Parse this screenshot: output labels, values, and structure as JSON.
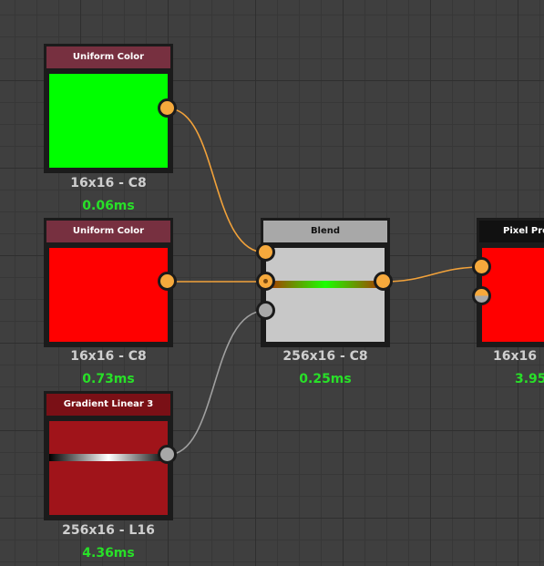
{
  "nodes": {
    "uniform_green": {
      "title": "Uniform Color",
      "resolution": "16x16 - C8",
      "time": "0.06ms",
      "header_color": "#773040",
      "fill_color": "#00ff00"
    },
    "uniform_red": {
      "title": "Uniform Color",
      "resolution": "16x16 - C8",
      "time": "0.73ms",
      "header_color": "#773040",
      "fill_color": "#ff0000"
    },
    "gradient": {
      "title": "Gradient Linear 3",
      "resolution": "256x16 - L16",
      "time": "4.36ms",
      "header_color": "#7a1016",
      "fill_color": "#a0141a"
    },
    "blend": {
      "title": "Blend",
      "resolution": "256x16 - C8",
      "time": "0.25ms",
      "header_color": "#a8a8a8",
      "fill_color": "#c8c8c8"
    },
    "pixel": {
      "title": "Pixel Pro",
      "resolution": "16x16",
      "time": "3.95",
      "header_color": "#111111",
      "fill_color": "#ff0000"
    }
  },
  "colors": {
    "wire_color_orange": "#f2a23a",
    "wire_color_gray": "#a0a0a0",
    "port_orange": "#f6a93c",
    "port_gray": "#a8a8a8",
    "time_text": "#28e028"
  }
}
